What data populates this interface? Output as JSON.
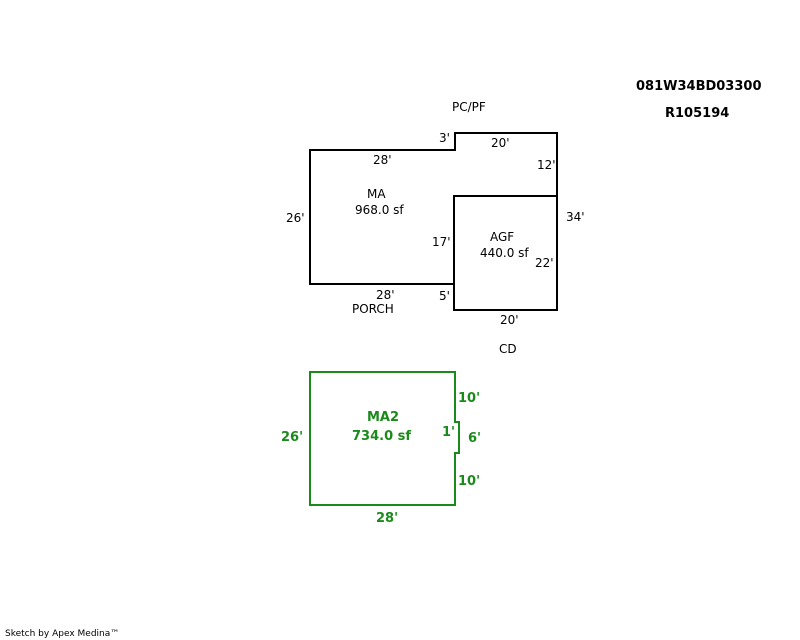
{
  "header": {
    "parcel_id": "081W34BD03300",
    "account": "R105194"
  },
  "colors": {
    "main": "#000000",
    "secondary": "#1a8a1a"
  },
  "sketch": {
    "area_labels": {
      "pcpf": "PC/PF",
      "porch": "PORCH",
      "cd": "CD"
    },
    "ma": {
      "name": "MA",
      "area": "968.0 sf",
      "dims": {
        "top": "28'",
        "left": "26'",
        "step": "3'",
        "bottom": "28'",
        "inner": "17'",
        "porch_side": "5'"
      }
    },
    "pcpf_dims": {
      "top": "20'",
      "right_upper": "12'",
      "right_total": "34'"
    },
    "agf": {
      "name": "AGF",
      "area": "440.0 sf",
      "dims": {
        "right": "22'",
        "bottom": "20'"
      }
    },
    "ma2": {
      "name": "MA2",
      "area": "734.0 sf",
      "dims": {
        "left": "26'",
        "bottom": "28'",
        "right_upper": "10'",
        "notch": "6'",
        "notch_depth": "1'",
        "right_lower": "10'"
      }
    }
  },
  "footer": {
    "credit": "Sketch by Apex Medina™"
  }
}
